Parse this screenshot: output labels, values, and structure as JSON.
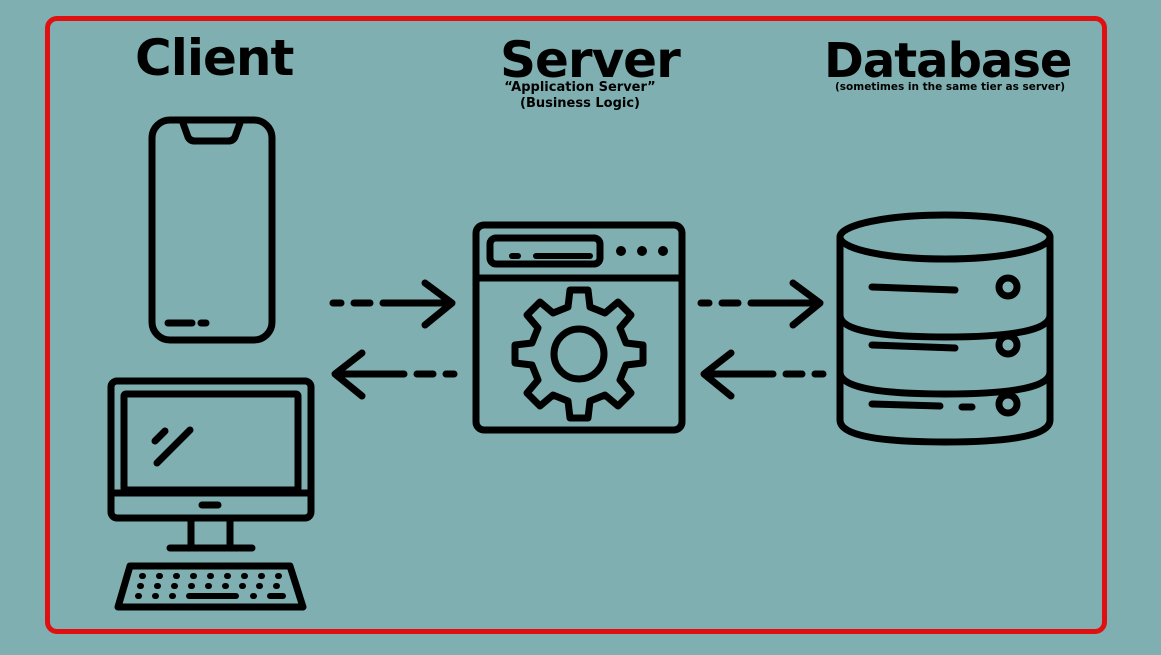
{
  "labels": {
    "client": "Client",
    "server": "Server",
    "server_line1": "“Application Server”",
    "server_line2": "(Business Logic)",
    "database": "Database",
    "database_note": "(sometimes in the same tier as server)"
  },
  "colors": {
    "background": "#7fafb0",
    "frame": "#e01010",
    "ink": "#000000"
  },
  "icons": [
    "smartphone-icon",
    "desktop-computer-icon",
    "server-gear-icon",
    "database-icon"
  ]
}
